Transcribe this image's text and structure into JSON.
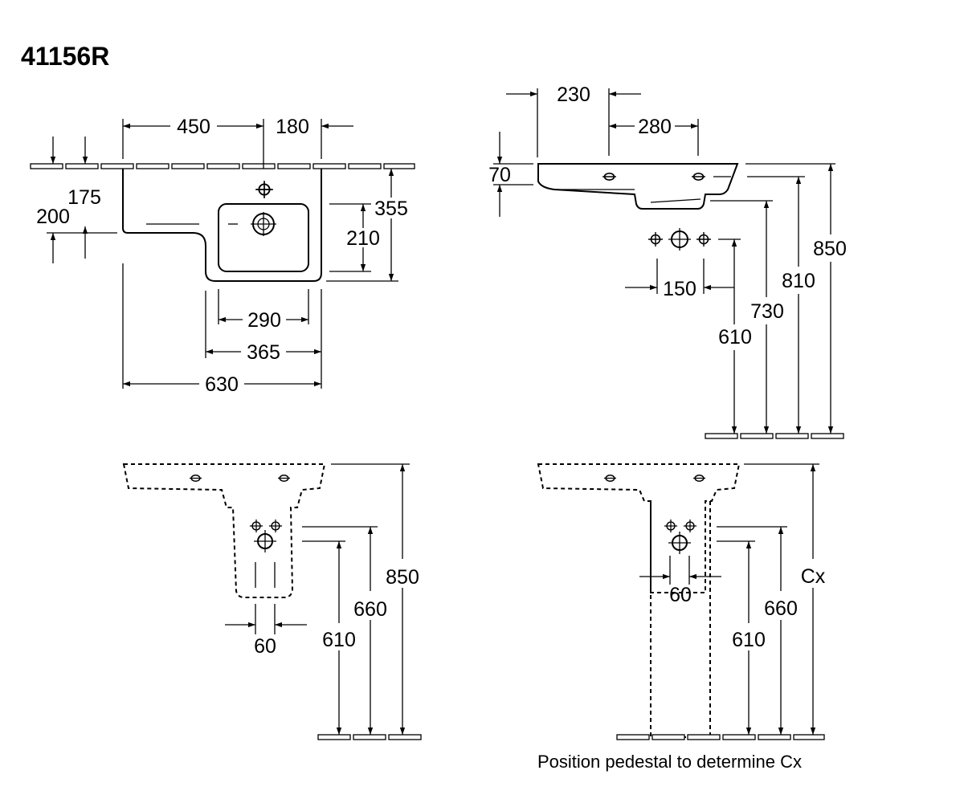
{
  "title": "41156R",
  "dimensions": {
    "d450": "450",
    "d180": "180",
    "d175": "175",
    "d200": "200",
    "d355": "355",
    "d210": "210",
    "d290": "290",
    "d365": "365",
    "d630": "630",
    "d230": "230",
    "d280": "280",
    "d70": "70",
    "d850": "850",
    "d810": "810",
    "d730": "730",
    "d610": "610",
    "d150": "150",
    "bl_850": "850",
    "bl_660": "660",
    "bl_610": "610",
    "bl_60": "60",
    "br_cx": "Cx",
    "br_660": "660",
    "br_610": "610",
    "br_60": "60"
  },
  "note": "Position pedestal to determine Cx",
  "icons": [
    "arrowhead",
    "mixer-tap-cross-icon",
    "tap-hole-icon",
    "floor-tile"
  ]
}
